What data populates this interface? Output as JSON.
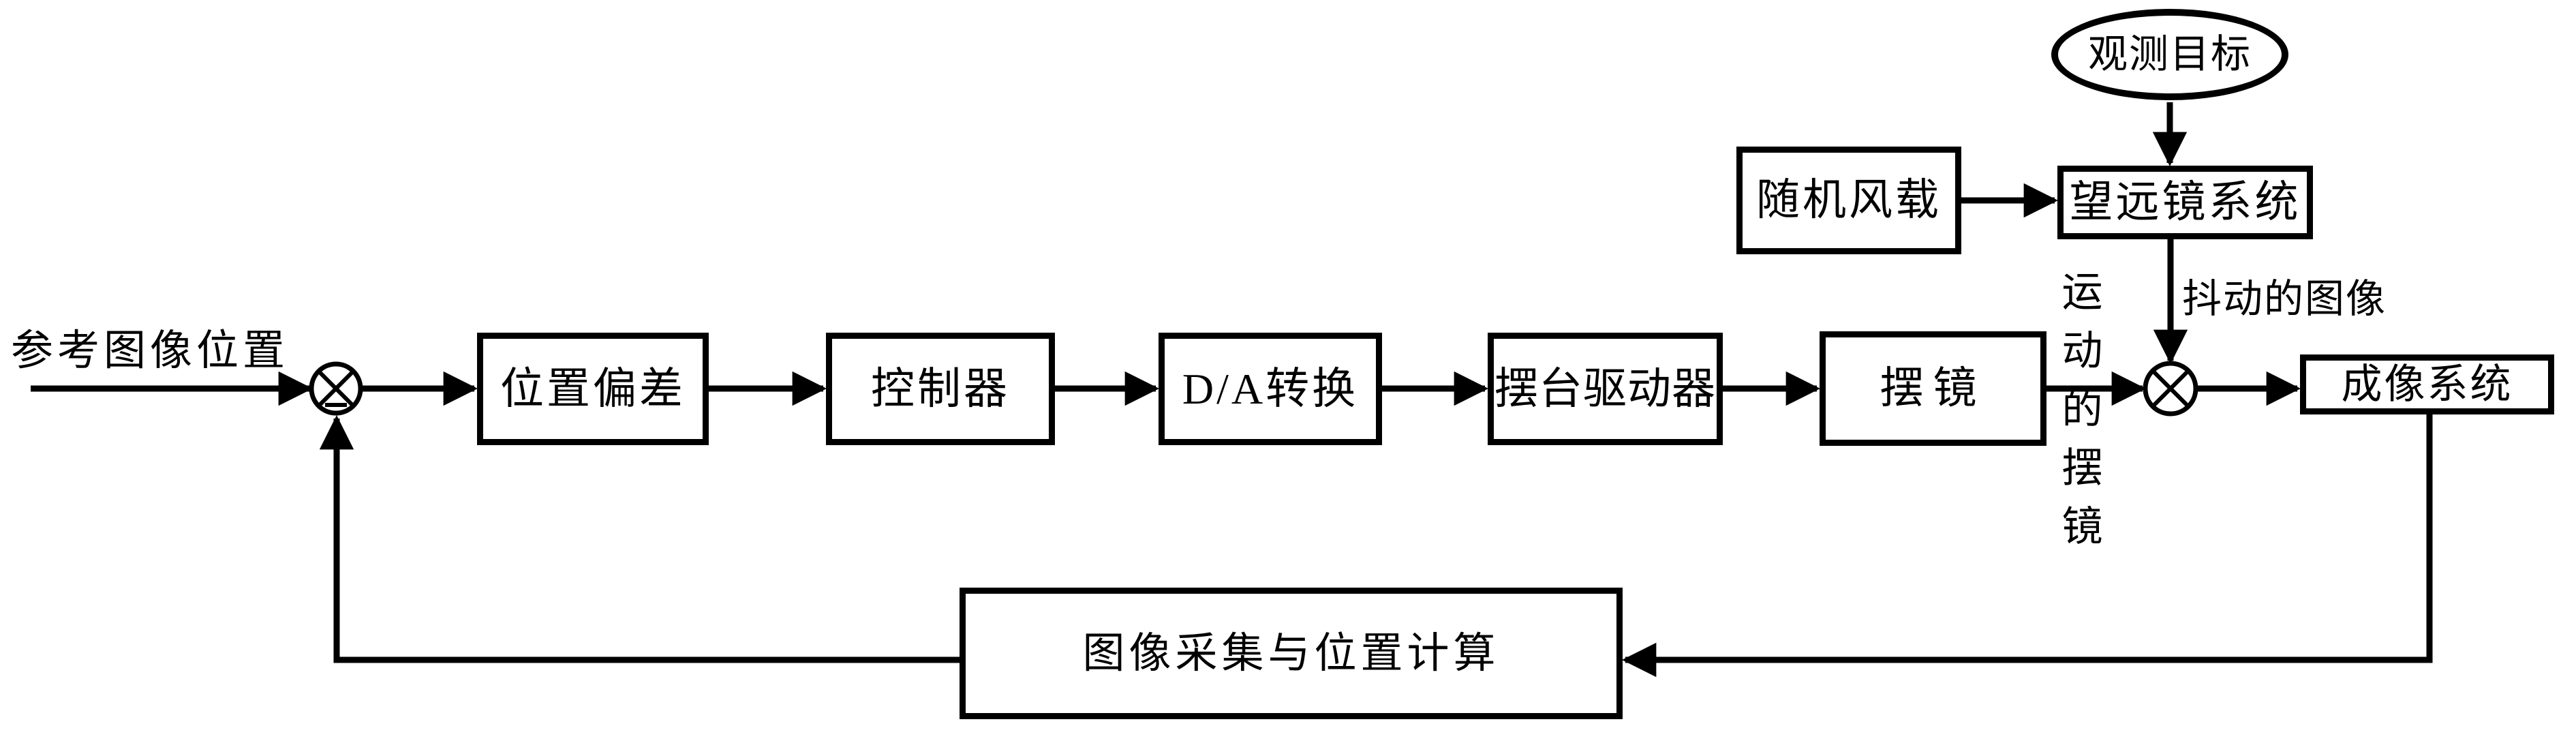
{
  "page": {
    "background_color": "#ffffff",
    "ink_color": "#000000"
  },
  "diagram": {
    "type": "control-system-block-diagram",
    "ellipse_node": {
      "observation_target": {
        "label": "观测目标"
      }
    },
    "boxes": {
      "random_wind": {
        "label": "随机风载"
      },
      "telescope": {
        "label": "望远镜系统"
      },
      "position_deviation": {
        "label": "位置偏差"
      },
      "controller": {
        "label": "控制器"
      },
      "da_converter": {
        "label": "D/A转换"
      },
      "stage_driver": {
        "label": "摆台驱动器"
      },
      "swing_mirror": {
        "label": "摆镜"
      },
      "imaging_system": {
        "label": "成像系统"
      },
      "image_processing": {
        "label": "图像采集与位置计算"
      }
    },
    "labels": {
      "reference_input": {
        "text": "参考图像位置"
      },
      "moving_mirror": {
        "text": "运动的摆镜"
      },
      "jittered_image": {
        "text": "抖动的图像"
      }
    },
    "junctions": {
      "sum1": {
        "symbol": "⊗",
        "sign": "−"
      },
      "sum2": {
        "symbol": "⊗"
      }
    }
  }
}
